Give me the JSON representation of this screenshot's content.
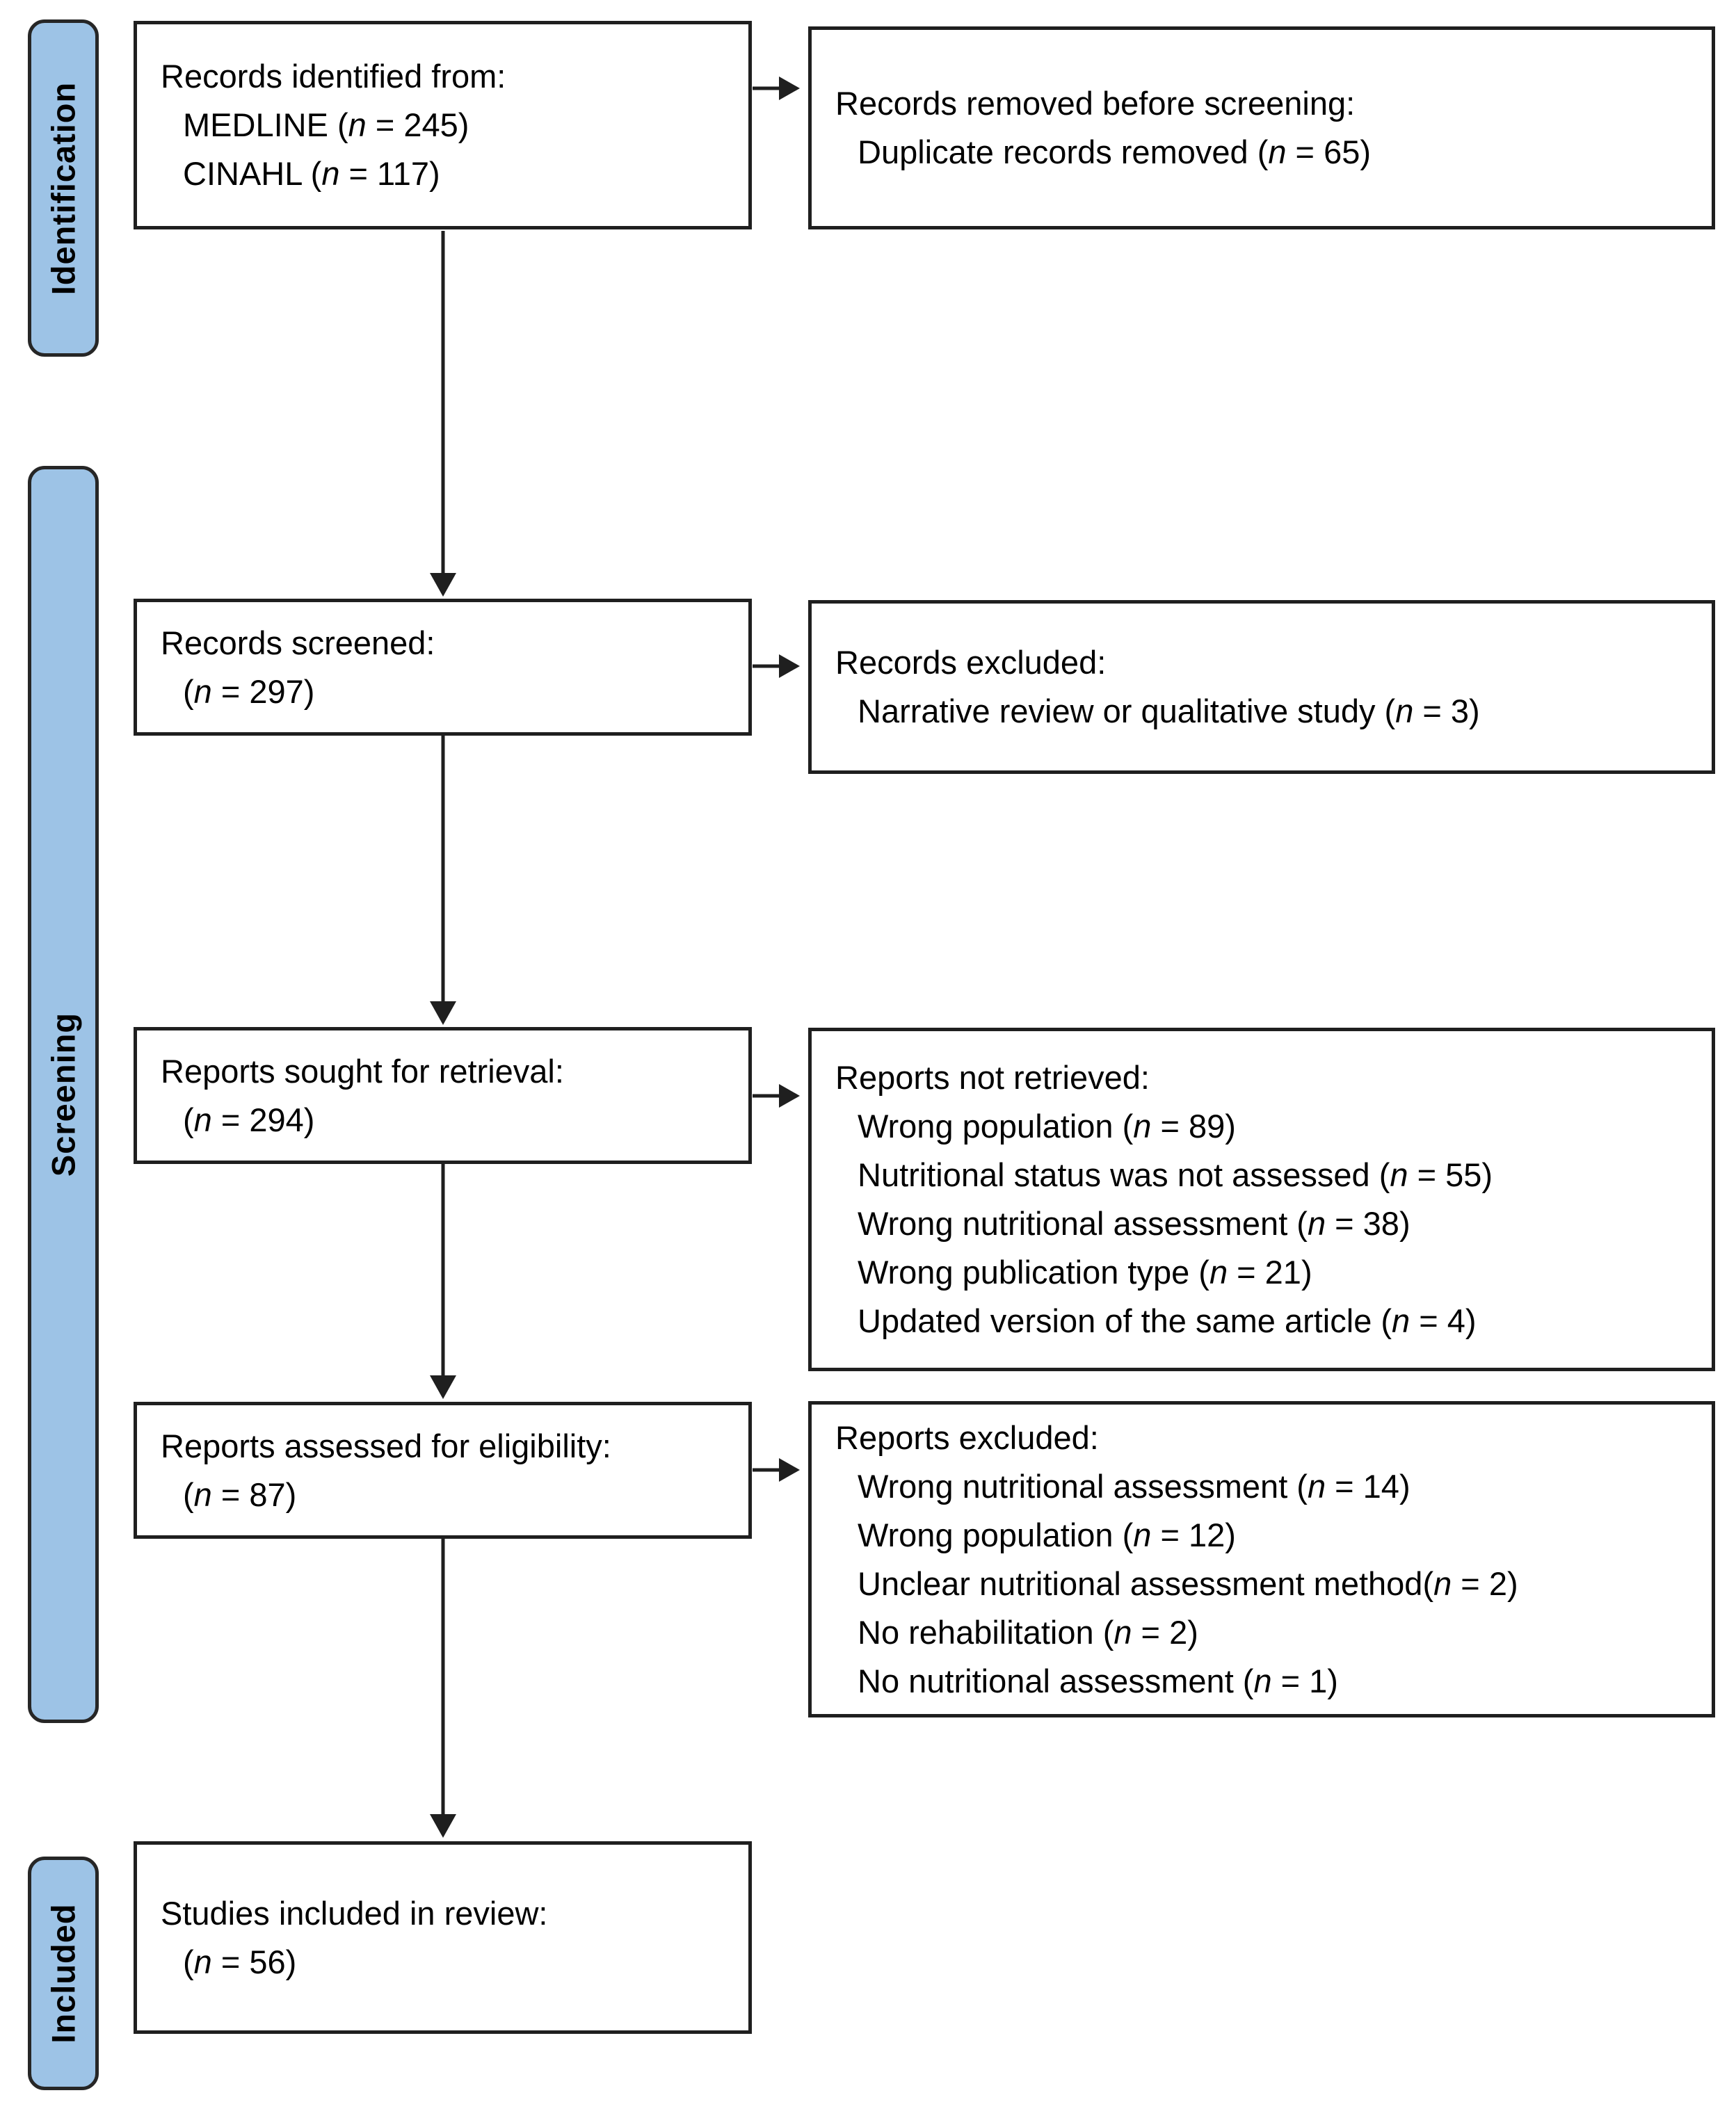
{
  "colors": {
    "stage_fill": "#9DC3E6",
    "stage_border": "#262626",
    "box_border": "#1F1F1F",
    "arrow": "#1F1F1F",
    "text": "#000000",
    "background": "#FFFFFF"
  },
  "stages": [
    {
      "label": "Identification"
    },
    {
      "label": "Screening"
    },
    {
      "label": "Included"
    }
  ],
  "boxes": {
    "records_identified": {
      "title": "Records identified from:",
      "items": [
        "MEDLINE (n = 245)",
        "CINAHL (n = 117)"
      ]
    },
    "records_removed": {
      "title": "Records removed before screening:",
      "items": [
        "Duplicate records removed (n = 65)"
      ]
    },
    "records_screened": {
      "title": "Records screened:",
      "items": [
        "(n = 297)"
      ]
    },
    "records_excluded": {
      "title": "Records excluded:",
      "items": [
        "Narrative review or qualitative study (n = 3)"
      ]
    },
    "reports_sought": {
      "title": "Reports sought for retrieval:",
      "items": [
        "(n = 294)"
      ]
    },
    "reports_not_retrieved": {
      "title": "Reports not retrieved:",
      "items": [
        "Wrong population (n = 89)",
        "Nutritional status was not assessed (n = 55)",
        "Wrong nutritional assessment (n = 38)",
        "Wrong publication type (n = 21)",
        "Updated version of the same article (n = 4)"
      ]
    },
    "reports_assessed": {
      "title": "Reports assessed for eligibility:",
      "items": [
        "(n = 87)"
      ]
    },
    "reports_excluded": {
      "title": "Reports excluded:",
      "items": [
        "Wrong nutritional assessment (n = 14)",
        "Wrong population (n = 12)",
        "Unclear nutritional assessment method(n = 2)",
        "No rehabilitation (n = 2)",
        "No nutritional assessment (n = 1)"
      ]
    },
    "studies_included": {
      "title": "Studies included in review:",
      "items": [
        "(n = 56)"
      ]
    }
  }
}
